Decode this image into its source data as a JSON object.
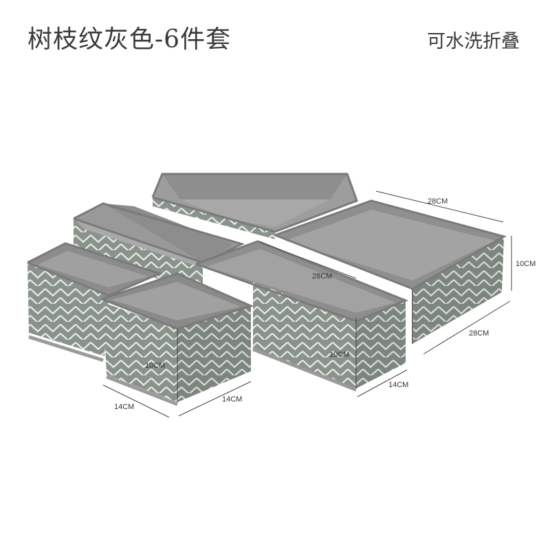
{
  "header": {
    "title": "树枝纹灰色-6件套",
    "badge": "可水洗折叠"
  },
  "dimensions": {
    "large_length": "28CM",
    "large_width": "28CM",
    "large_height": "10CM",
    "medium_length": "28CM",
    "medium_width": "14CM",
    "medium_height": "10CM",
    "small_length": "14CM",
    "small_width": "14CM",
    "small_height": "10CM"
  },
  "colors": {
    "fabric": "#8a928c",
    "chevron": "#e6ece6",
    "interior": "#8c8c8c",
    "interior_light": "#a3a3a3",
    "rim": "#9a9a9a"
  }
}
